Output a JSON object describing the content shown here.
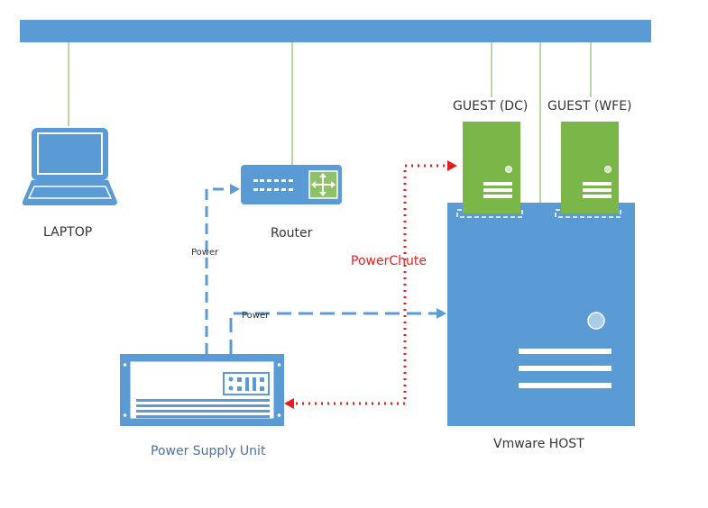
{
  "labels": {
    "laptop": "LAPTOP",
    "router": "Router",
    "guest_dc": "GUEST (DC)",
    "guest_wfe": "GUEST (WFE)",
    "powerchute": "PowerChute",
    "power_router": "Power",
    "power_host": "Power",
    "psu": "Power Supply Unit",
    "host": "Vmware HOST"
  },
  "colors": {
    "network_bus": "#5b9bd5",
    "link_line": "#70ad47",
    "guest_server": "#7ab648",
    "host_box": "#5b9bd5",
    "power_link": "#5b9bd5",
    "powerchute_link": "#e41e1e",
    "label_text": "#333333",
    "psu_label": "#4a6fa5"
  },
  "icons": {
    "laptop": "laptop-icon",
    "router": "router-icon",
    "guest_dc": "server-icon",
    "guest_wfe": "server-icon",
    "psu": "rack-psu-icon",
    "host": "server-host-icon"
  }
}
